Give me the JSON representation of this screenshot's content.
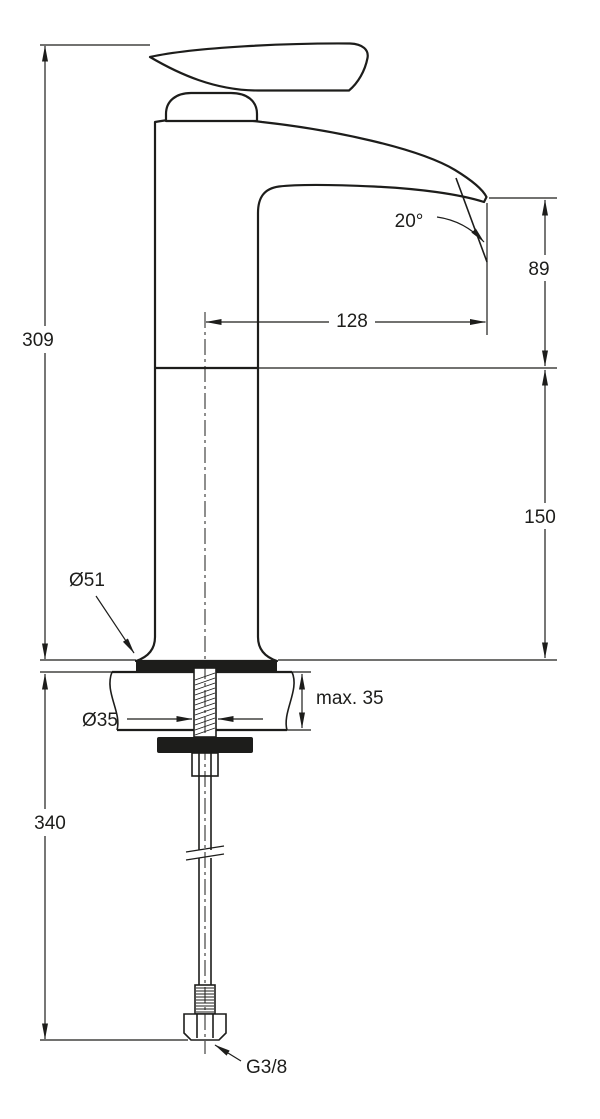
{
  "drawing": {
    "dimensions": {
      "total_height": "309",
      "below_counter_height": "340",
      "outlet_height": "89",
      "upper_section_height": "150",
      "spout_reach": "128",
      "outlet_angle": "20°",
      "base_diameter": "Ø51",
      "mounting_hole_diameter": "Ø35",
      "max_counter_thickness": "max. 35",
      "supply_connection_thread": "G3/8"
    },
    "colors": {
      "line": "#1d1d1b",
      "background": "#ffffff"
    }
  }
}
